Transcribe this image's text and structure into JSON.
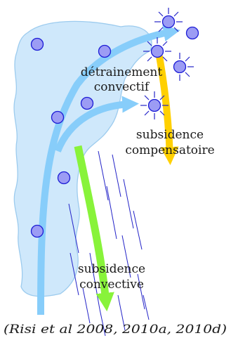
{
  "labels": {
    "detrainment_line1": "détrainement",
    "detrainment_line2": "convectif",
    "compensating_line1": "subsidence",
    "compensating_line2": "compensatoire",
    "convective_line1": "subsidence",
    "convective_line2": "convective",
    "citation": "(Risi et al 2008, 2010a, 2010d)"
  },
  "colors": {
    "cloud_fill": "#cfe8fb",
    "cloud_stroke": "#9ccbee",
    "updraft_arrow": "#87cdfa",
    "convective_subsidence_arrow": "#88f33a",
    "compensating_subsidence_arrow": "#ffd000",
    "droplet_fill": "#9c9cf4",
    "droplet_stroke": "#1d1dd6",
    "rain_lines": "#2424c8"
  },
  "droplets": {
    "in_cloud": 6,
    "evaporating": 5
  }
}
